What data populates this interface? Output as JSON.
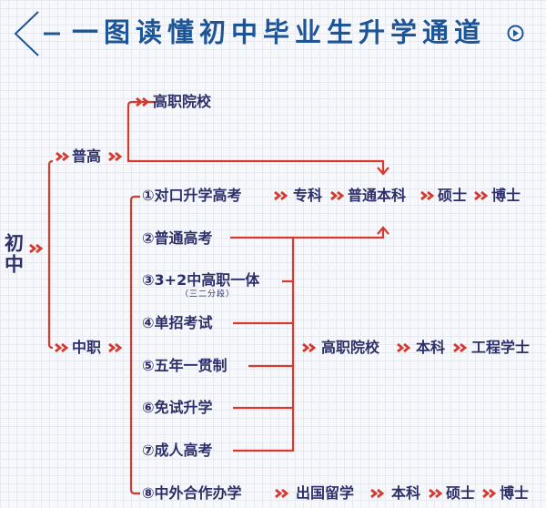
{
  "title": "一图读懂初中毕业生升学通道",
  "colors": {
    "accent": "#d43a2f",
    "title": "#1d5596",
    "text": "#2d2f6a"
  },
  "root": {
    "line1": "初",
    "line2": "中"
  },
  "general_high": {
    "label": "普高",
    "branch_top": "高职院校"
  },
  "vocational": {
    "label": "中职",
    "routes": [
      {
        "label": "①对口升学高考",
        "path": [
          "专科",
          "普通本科",
          "硕士",
          "博士"
        ]
      },
      {
        "label": "②普通高考"
      },
      {
        "label": "③3+2中高职一体",
        "note": "（三二分段）"
      },
      {
        "label": "④单招考试"
      },
      {
        "label": "⑤五年一贯制"
      },
      {
        "label": "⑥免试升学"
      },
      {
        "label": "⑦成人高考"
      },
      {
        "label": "⑧中外合作办学",
        "path": [
          "出国留学",
          "本科",
          "硕士",
          "博士"
        ]
      }
    ],
    "merged_path": [
      "高职院校",
      "本科",
      "工程学士"
    ]
  }
}
